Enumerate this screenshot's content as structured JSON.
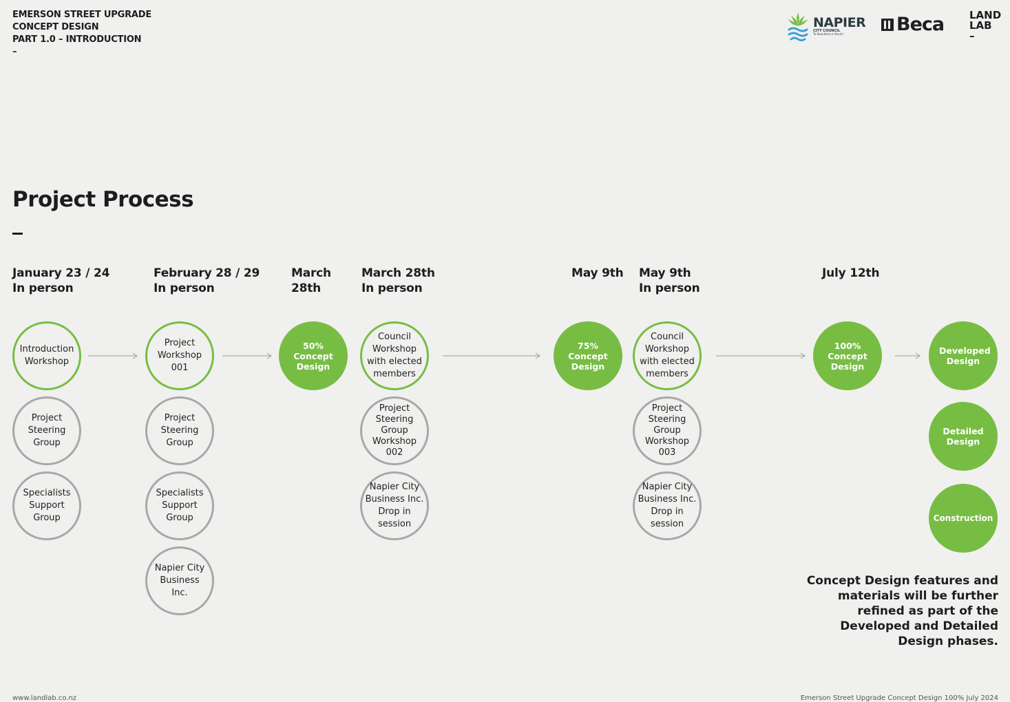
{
  "header": {
    "line1": "EMERSON STREET UPGRADE",
    "line2": "CONCEPT DESIGN",
    "line3": "PART 1.0 – INTRODUCTION",
    "line4": "–"
  },
  "logos": {
    "napier_name": "NAPIER",
    "napier_sub": "CITY COUNCIL",
    "napier_tagline": "Te Kaunihera o Ahuriri",
    "beca": "Beca",
    "landlab_line1": "LAND",
    "landlab_line2": "LAB",
    "landlab_line3": "–"
  },
  "page_title": "Project Process",
  "title_dash": "–",
  "dates": [
    {
      "line1": "January 23 / 24",
      "line2": "In person"
    },
    {
      "line1": "February 28 / 29",
      "line2": "In person"
    },
    {
      "line1": "March",
      "line2": "28th"
    },
    {
      "line1": "March 28th",
      "line2": "In person"
    },
    {
      "line1": "May 9th",
      "line2": ""
    },
    {
      "line1": "May 9th",
      "line2": "In person"
    },
    {
      "line1": "July 12th",
      "line2": ""
    }
  ],
  "nodes": {
    "intro_workshop": "Introduction Workshop",
    "psg_1": "Project Steering Group",
    "ssg_1": "Specialists Support Group",
    "workshop_001": "Project Workshop 001",
    "psg_2": "Project Steering Group",
    "ssg_2": "Specialists Support Group",
    "ncbi_1": "Napier City Business Inc.",
    "concept_50": "50% Concept Design",
    "council_1": "Council Workshop with elected members",
    "psg_workshop_002": "Project Steering Group Workshop 002",
    "ncbi_drop_1": "Napier City Business Inc. Drop in session",
    "concept_75": "75% Concept Design",
    "council_2": "Council Workshop with elected members",
    "psg_workshop_003": "Project Steering Group Workshop 003",
    "ncbi_drop_2": "Napier City Business Inc. Drop in session",
    "concept_100": "100% Concept Design",
    "developed": "Developed Design",
    "detailed": "Detailed Design",
    "construction": "Construction"
  },
  "note": "Concept Design features and materials will be further refined as part of the Developed and Detailed Design phases.",
  "footer": {
    "left": "www.landlab.co.nz",
    "right": "Emerson Street Upgrade   Concept Design 100%   July 2024"
  },
  "colors": {
    "accent_green": "#77bd43",
    "ring_grey": "#a8a8a8",
    "background": "#f0f0ef"
  }
}
